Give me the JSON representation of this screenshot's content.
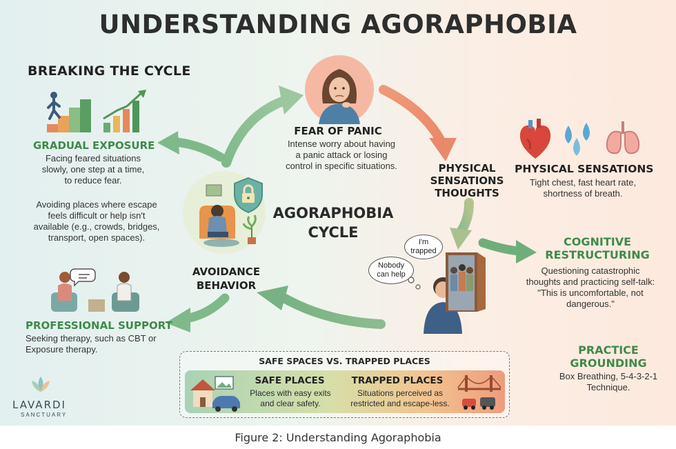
{
  "title": "UNDERSTANDING AGORAPHOBIA",
  "left_section": {
    "heading": "BREAKING THE CYCLE",
    "gradual_exposure": {
      "heading": "GRADUAL EXPOSURE",
      "lines": [
        "Facing feared situations",
        "slowly, one step at a time,",
        "to reduce fear."
      ]
    },
    "avoidance_description": {
      "lines": [
        "Avoiding places where escape",
        "feels difficult or help isn't",
        "available (e.g., crowds, bridges,",
        "transport, open spaces)."
      ]
    },
    "professional_support": {
      "heading": "PROFESSIONAL SUPPORT",
      "lines": [
        "Seeking therapy, such as CBT or",
        "Exposure therapy."
      ]
    }
  },
  "cycle": {
    "center_title": [
      "AGORAPHOBIA",
      "CYCLE"
    ],
    "fear_of_panic": {
      "heading": "FEAR OF PANIC",
      "lines": [
        "Intense worry about having",
        "a panic attack or losing",
        "control in specific situations."
      ]
    },
    "physical_sensations_thoughts": [
      "PHYSICAL",
      "SENSATIONS",
      "THOUGHTS"
    ],
    "avoidance_behavior": [
      "AVOIDANCE",
      "BEHAVIOR"
    ],
    "thought_bubbles": {
      "trapped": [
        "I'm",
        "trapped"
      ],
      "nobody": [
        "Nobody",
        "can help"
      ]
    }
  },
  "right_section": {
    "physical_sensations": {
      "heading": "PHYSICAL SENSATIONS",
      "lines": [
        "Tight chest, fast heart rate,",
        "shortness of breath."
      ]
    },
    "cognitive_restructuring": {
      "heading": [
        "COGNITIVE",
        "RESTRUCTURING"
      ],
      "lines": [
        "Questioning catastrophic",
        "thoughts and practicing self-talk:",
        "\"This is uncomfortable, not",
        "dangerous.\""
      ]
    },
    "practice_grounding": {
      "heading": [
        "PRACTICE",
        "GROUNDING"
      ],
      "lines": [
        "Box Breathing, 5-4-3-2-1",
        "Technique."
      ]
    }
  },
  "safe_vs_trapped": {
    "heading": "SAFE SPACES VS. TRAPPED PLACES",
    "safe": {
      "heading": "SAFE PLACES",
      "lines": [
        "Places with easy exits",
        "and clear safety."
      ]
    },
    "trapped": {
      "heading": "TRAPPED PLACES",
      "lines": [
        "Situations perceived as",
        "restricted and escape-less."
      ]
    }
  },
  "logo": {
    "name": "LAVARDI",
    "sub": "SANCTUARY"
  },
  "caption": "Figure 2: Understanding Agoraphobia",
  "colors": {
    "green_accent": "#3f8a49",
    "arrow_green": "#6fae7b",
    "arrow_orange": "#e9896a"
  },
  "icons": [
    "stairs-progress-icon",
    "bar-growth-icon",
    "worried-woman-portrait",
    "shield-lock-icon",
    "distressed-person-illustration",
    "potted-plant-icon",
    "therapy-session-illustration",
    "anatomical-heart-icon",
    "sweat-drops-icon",
    "lungs-icon",
    "crowded-doorway-illustration",
    "thinking-man-illustration",
    "house-icon",
    "car-icon",
    "bridge-icon",
    "traffic-jam-icon",
    "lotus-logo-icon"
  ]
}
